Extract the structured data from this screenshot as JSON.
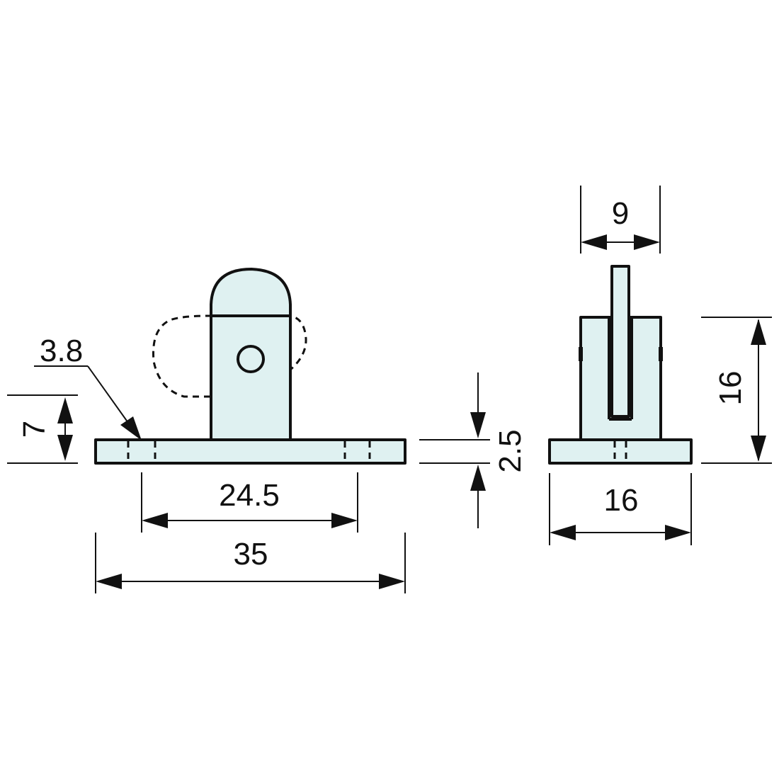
{
  "dimensions": {
    "hole_diameter": "3.8",
    "base_height_side": "7",
    "hole_spacing": "24.5",
    "base_length": "35",
    "base_thickness": "2.5",
    "slot_width": "9",
    "body_height": "16",
    "base_width": "16"
  },
  "colors": {
    "part_fill": "#dff1f1",
    "line": "#111111"
  }
}
